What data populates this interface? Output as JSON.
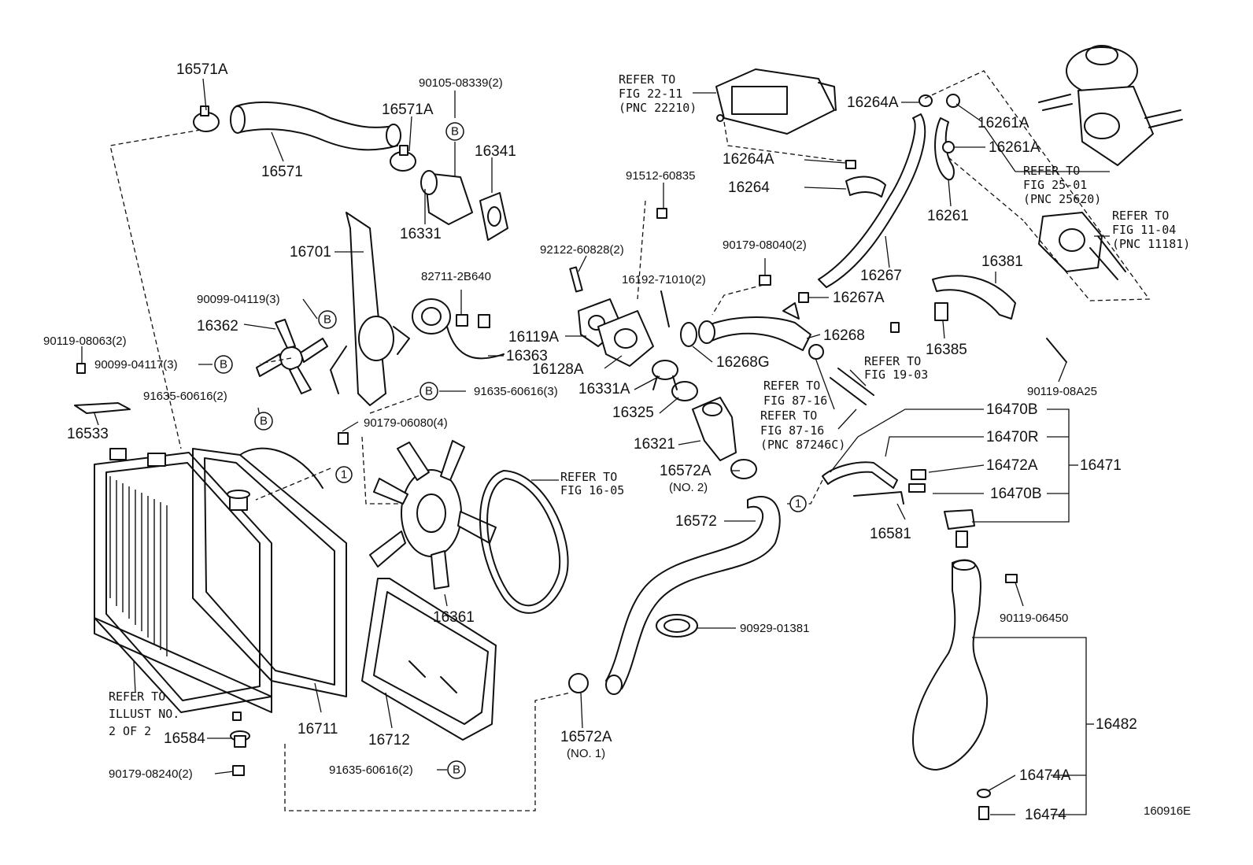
{
  "drawing_number": "160916E",
  "labels": {
    "p16571A_top": "16571A",
    "p16571": "16571",
    "p90105": "90105-08339(2)",
    "p16571A_mid": "16571A",
    "p16341": "16341",
    "p16331": "16331",
    "p16701": "16701",
    "p90099_04119": "90099-04119(3)",
    "p16362": "16362",
    "p90119_08063": "90119-08063(2)",
    "p90099_04117": "90099-04117(3)",
    "p91635_left": "91635-60616(2)",
    "p16533": "16533",
    "p82711": "82711-2B640",
    "p16363": "16363",
    "p91635_mid": "91635-60616(3)",
    "p90179_06080": "90179-06080(4)",
    "p16361": "16361",
    "p16711": "16711",
    "p16712": "16712",
    "p16584": "16584",
    "p90179_08240": "90179-08240(2)",
    "p91635_bot": "91635-60616(2)",
    "p16572A_1": "16572A",
    "p16572A_1_note": "(NO. 1)",
    "p91512": "91512-60835",
    "p92122": "92122-60828(2)",
    "p16192": "16192-71010(2)",
    "p16119A": "16119A",
    "p16128A": "16128A",
    "p16331A": "16331A",
    "p16325": "16325",
    "p16321": "16321",
    "p16572A_2": "16572A",
    "p16572A_2_note": "(NO. 2)",
    "p16572": "16572",
    "p90929": "90929-01381",
    "p90179_08040": "90179-08040(2)",
    "p16267A": "16267A",
    "p16268": "16268",
    "p16268G": "16268G",
    "p16264A_top": "16264A",
    "p16264A_mid": "16264A",
    "p16264": "16264",
    "p16267": "16267",
    "p16261A_top": "16261A",
    "p16261A_mid": "16261A",
    "p16261": "16261",
    "p16381": "16381",
    "p16385": "16385",
    "p90119_08A25": "90119-08A25",
    "p16470B_top": "16470B",
    "p16470R": "16470R",
    "p16472A": "16472A",
    "p16470B_bot": "16470B",
    "p16471": "16471",
    "p16581": "16581",
    "p90119_06450": "90119-06450",
    "p16482": "16482",
    "p16474A": "16474A",
    "p16474": "16474"
  },
  "refs": {
    "r22_l1": "REFER TO",
    "r22_l2": "FIG 22-11",
    "r22_l3": "(PNC 22210)",
    "r25_l1": "REFER TO",
    "r25_l2": "FIG 25-01",
    "r25_l3": "(PNC 25620)",
    "r11_l1": "REFER TO",
    "r11_l2": "FIG 11-04",
    "r11_l3": "(PNC 11181)",
    "r19_l1": "REFER TO",
    "r19_l2": "FIG 19-03",
    "r87a_l1": "REFER TO",
    "r87a_l2": "FIG 87-16",
    "r87b_l1": "REFER TO",
    "r87b_l2": "FIG 87-16",
    "r87b_l3": "(PNC 87246C)",
    "r16_l1": "REFER TO",
    "r16_l2": "FIG 16-05",
    "rill_l1": "REFER TO",
    "rill_l2": "ILLUST NO.",
    "rill_l3": "2 OF 2"
  },
  "callouts": {
    "b": "B",
    "one": "1"
  }
}
